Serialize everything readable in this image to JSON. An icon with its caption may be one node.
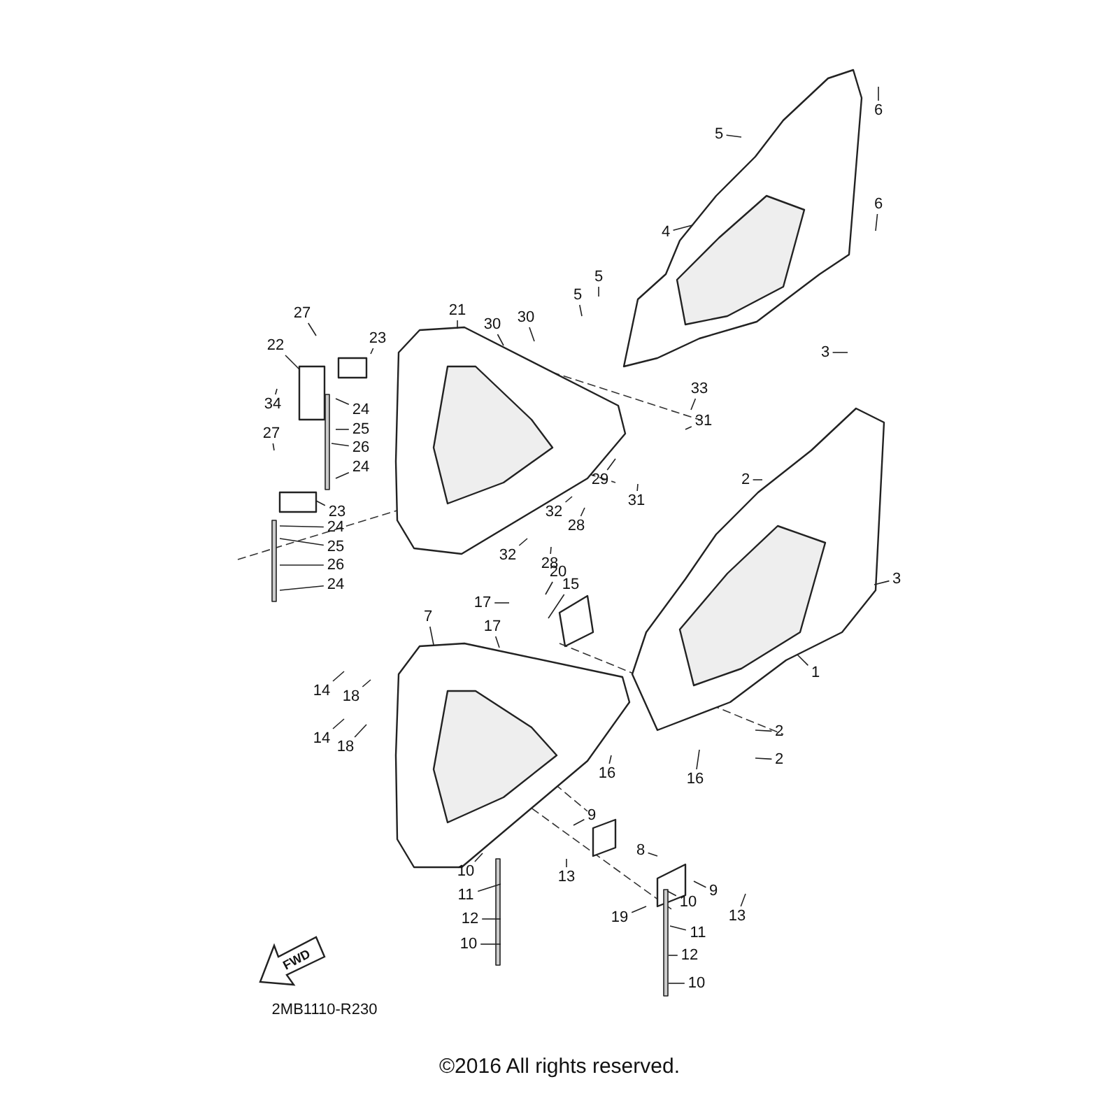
{
  "diagram": {
    "caption": "©2016 All rights reserved.",
    "nodes": [
      {
        "text": [
          "6"
        ]
      },
      {
        "text": [
          "5"
        ]
      },
      {
        "text": [
          "6"
        ]
      },
      {
        "text": [
          "4"
        ]
      },
      {
        "text": [
          "5"
        ]
      },
      {
        "text": [
          "5"
        ]
      },
      {
        "text": [
          "21"
        ]
      },
      {
        "text": [
          "27"
        ]
      },
      {
        "text": [
          "30"
        ]
      },
      {
        "text": [
          "30"
        ]
      },
      {
        "text": [
          "23"
        ]
      },
      {
        "text": [
          "22"
        ]
      },
      {
        "text": [
          "3"
        ]
      },
      {
        "text": [
          "33"
        ]
      },
      {
        "text": [
          "34"
        ]
      },
      {
        "text": [
          "24"
        ]
      },
      {
        "text": [
          "31"
        ]
      },
      {
        "text": [
          "25"
        ]
      },
      {
        "text": [
          "27"
        ]
      },
      {
        "text": [
          "26"
        ]
      },
      {
        "text": [
          "24"
        ]
      },
      {
        "text": [
          "29"
        ]
      },
      {
        "text": [
          "2"
        ]
      },
      {
        "text": [
          "31"
        ]
      },
      {
        "text": [
          "28"
        ]
      },
      {
        "text": [
          "23"
        ]
      },
      {
        "text": [
          "32"
        ]
      },
      {
        "text": [
          "24"
        ]
      },
      {
        "text": [
          "25"
        ]
      },
      {
        "text": [
          "32"
        ]
      },
      {
        "text": [
          "28"
        ]
      },
      {
        "text": [
          "3"
        ]
      },
      {
        "text": [
          "26"
        ]
      },
      {
        "text": [
          "20"
        ]
      },
      {
        "text": [
          "24"
        ]
      },
      {
        "text": [
          "15"
        ]
      },
      {
        "text": [
          "17"
        ]
      },
      {
        "text": [
          "7"
        ]
      },
      {
        "text": [
          "17"
        ]
      },
      {
        "text": [
          "1"
        ]
      },
      {
        "text": [
          "14"
        ]
      },
      {
        "text": [
          "18"
        ]
      },
      {
        "text": [
          "2"
        ]
      },
      {
        "text": [
          "14"
        ]
      },
      {
        "text": [
          "18"
        ]
      },
      {
        "text": [
          "16"
        ]
      },
      {
        "text": [
          "2"
        ]
      },
      {
        "text": [
          "16"
        ]
      },
      {
        "text": [
          "9"
        ]
      },
      {
        "text": [
          "8"
        ]
      },
      {
        "text": [
          "10"
        ]
      },
      {
        "text": [
          "13"
        ]
      },
      {
        "text": [
          "9"
        ]
      },
      {
        "text": [
          "11"
        ]
      },
      {
        "text": [
          "10"
        ]
      },
      {
        "text": [
          "13"
        ]
      },
      {
        "text": [
          "19"
        ]
      },
      {
        "text": [
          "11"
        ]
      },
      {
        "text": [
          "12"
        ]
      },
      {
        "text": [
          "12"
        ]
      },
      {
        "text": [
          "10"
        ]
      },
      {
        "text": [
          "10"
        ]
      },
      {
        "text": [],
        "shape": "picture"
      },
      {
        "text": [],
        "shape": "picture"
      },
      {
        "text": [],
        "shape": "picture"
      },
      {
        "text": [],
        "shape": "picture"
      }
    ],
    "edges": [
      {
        "from": 0,
        "to": null,
        "arrow": "none"
      },
      {
        "from": 1,
        "to": null,
        "arrow": "none"
      },
      {
        "from": 2,
        "to": null,
        "arrow": "none"
      },
      {
        "from": 3,
        "to": 62,
        "arrow": "none"
      },
      {
        "from": 4,
        "to": null,
        "arrow": "none"
      },
      {
        "from": 5,
        "to": null,
        "arrow": "none"
      },
      {
        "from": 6,
        "to": 64,
        "arrow": "none"
      },
      {
        "from": 7,
        "to": null,
        "arrow": "none"
      },
      {
        "from": 8,
        "to": null,
        "arrow": "none"
      },
      {
        "from": 9,
        "to": null,
        "arrow": "none"
      },
      {
        "from": 10,
        "to": null,
        "arrow": "none"
      },
      {
        "from": 11,
        "to": null,
        "arrow": "none"
      },
      {
        "from": 12,
        "to": null,
        "arrow": "none"
      },
      {
        "from": 13,
        "to": null,
        "arrow": "none"
      },
      {
        "from": 14,
        "to": null,
        "arrow": "none"
      },
      {
        "from": 15,
        "to": null,
        "arrow": "none"
      },
      {
        "from": 16,
        "to": null,
        "arrow": "none"
      },
      {
        "from": 17,
        "to": null,
        "arrow": "none"
      },
      {
        "from": 18,
        "to": null,
        "arrow": "none"
      },
      {
        "from": 19,
        "to": null,
        "arrow": "none"
      },
      {
        "from": 20,
        "to": null,
        "arrow": "none"
      },
      {
        "from": 21,
        "to": null,
        "arrow": "none"
      },
      {
        "from": 22,
        "to": null,
        "arrow": "none"
      },
      {
        "from": 23,
        "to": null,
        "arrow": "none"
      },
      {
        "from": 24,
        "to": null,
        "arrow": "none"
      },
      {
        "from": 25,
        "to": null,
        "arrow": "none"
      },
      {
        "from": 26,
        "to": null,
        "arrow": "none"
      },
      {
        "from": 27,
        "to": null,
        "arrow": "none"
      },
      {
        "from": 28,
        "to": null,
        "arrow": "none"
      },
      {
        "from": 29,
        "to": null,
        "arrow": "none"
      },
      {
        "from": 30,
        "to": null,
        "arrow": "none"
      },
      {
        "from": 31,
        "to": 63,
        "arrow": "none"
      },
      {
        "from": 32,
        "to": null,
        "arrow": "none"
      },
      {
        "from": 33,
        "to": null,
        "arrow": "none"
      },
      {
        "from": 34,
        "to": null,
        "arrow": "none"
      },
      {
        "from": 35,
        "to": null,
        "arrow": "none"
      },
      {
        "from": 36,
        "to": null,
        "arrow": "none"
      },
      {
        "from": 37,
        "to": 65,
        "arrow": "none"
      },
      {
        "from": 38,
        "to": null,
        "arrow": "none"
      },
      {
        "from": 39,
        "to": 63,
        "arrow": "none"
      },
      {
        "from": 40,
        "to": null,
        "arrow": "none"
      },
      {
        "from": 41,
        "to": null,
        "arrow": "none"
      },
      {
        "from": 42,
        "to": null,
        "arrow": "none"
      },
      {
        "from": 43,
        "to": null,
        "arrow": "none"
      },
      {
        "from": 44,
        "to": null,
        "arrow": "none"
      },
      {
        "from": 45,
        "to": null,
        "arrow": "none"
      },
      {
        "from": 46,
        "to": null,
        "arrow": "none"
      },
      {
        "from": 47,
        "to": null,
        "arrow": "none"
      },
      {
        "from": 48,
        "to": null,
        "arrow": "none"
      },
      {
        "from": 49,
        "to": null,
        "arrow": "none"
      },
      {
        "from": 50,
        "to": null,
        "arrow": "none"
      },
      {
        "from": 51,
        "to": null,
        "arrow": "none"
      },
      {
        "from": 52,
        "to": null,
        "arrow": "none"
      },
      {
        "from": 53,
        "to": null,
        "arrow": "none"
      },
      {
        "from": 54,
        "to": null,
        "arrow": "none"
      },
      {
        "from": 55,
        "to": null,
        "arrow": "none"
      },
      {
        "from": 56,
        "to": null,
        "arrow": "none"
      },
      {
        "from": 57,
        "to": null,
        "arrow": "none"
      },
      {
        "from": 58,
        "to": null,
        "arrow": "none"
      },
      {
        "from": 59,
        "to": null,
        "arrow": "none"
      },
      {
        "from": 60,
        "to": null,
        "arrow": "none"
      },
      {
        "from": 61,
        "to": null,
        "arrow": "none"
      }
    ],
    "labels": [
      "FWD",
      "2MB1110-R230"
    ]
  }
}
